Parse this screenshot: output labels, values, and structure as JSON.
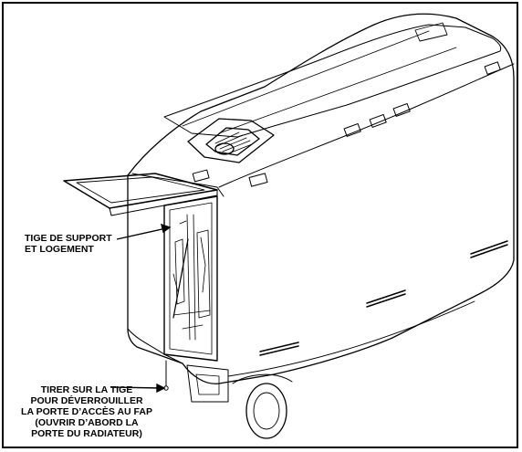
{
  "figure": {
    "callouts": {
      "support_rod": {
        "lines": [
          "TIGE DE SUPPORT",
          "ET LOGEMENT"
        ]
      },
      "pull_rod": {
        "lines": [
          "TIRER SUR LA TIGE",
          "POUR DÉVERROUILLER",
          "LA PORTE D’ACCÈS AU FAP",
          "(OUVRIR D’ABORD LA",
          "PORTE DU RADIATEUR)"
        ]
      }
    },
    "colors": {
      "line": "#000000",
      "background": "#ffffff",
      "shade": "#cfcfcf"
    }
  }
}
